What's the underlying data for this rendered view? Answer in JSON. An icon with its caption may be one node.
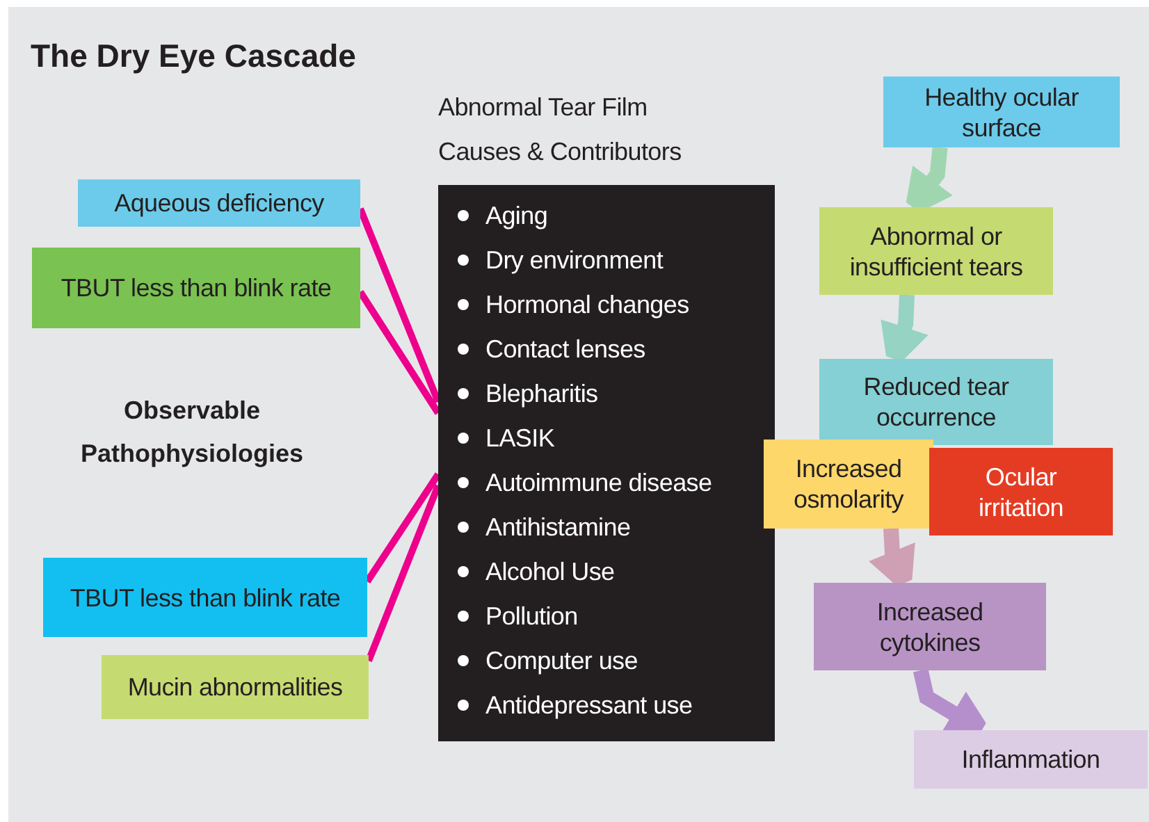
{
  "diagram": {
    "title": "The Dry Eye Cascade",
    "nodes": [
      {
        "text": [
          "Aqueous deficiency"
        ]
      },
      {
        "text": [
          "TBUT less than blink rate"
        ]
      },
      {
        "text": [
          "TBUT less than blink rate"
        ]
      },
      {
        "text": [
          "Mucin abnormalities"
        ]
      },
      {
        "text": [
          "Abnormal Tear Film Causes & Contributors",
          "Aging",
          "Dry environment",
          "Hormonal changes",
          "Contact lenses",
          "Blepharitis",
          "LASIK",
          "Autoimmune disease",
          "Antihistamine",
          "Alcohol Use",
          "Pollution",
          "Computer use",
          "Antidepressant use"
        ]
      },
      {
        "text": [
          "Healthy ocular surface"
        ]
      },
      {
        "text": [
          "Abnormal or insufficient tears"
        ]
      },
      {
        "text": [
          "Reduced tear occurrence"
        ]
      },
      {
        "text": [
          "Increased osmolarity"
        ]
      },
      {
        "text": [
          "Ocular irritation"
        ]
      },
      {
        "text": [
          "Increased cytokines"
        ]
      },
      {
        "text": [
          "Inflammation"
        ]
      }
    ],
    "edges": [
      {
        "from": 0,
        "to": 4,
        "arrow": "none",
        "color": "#ec008c"
      },
      {
        "from": 1,
        "to": 4,
        "arrow": "none",
        "color": "#ec008c"
      },
      {
        "from": 2,
        "to": 4,
        "arrow": "none",
        "color": "#ec008c"
      },
      {
        "from": 3,
        "to": 4,
        "arrow": "none",
        "color": "#ec008c"
      },
      {
        "from": 5,
        "to": 6,
        "arrow": "to",
        "style": "thick",
        "color": "#9fd6b0"
      },
      {
        "from": 6,
        "to": 7,
        "arrow": "to",
        "style": "thick",
        "color": "#96d3c2"
      },
      {
        "from": 8,
        "to": 10,
        "arrow": "to",
        "style": "thick",
        "color": "#cfa0b4"
      },
      {
        "from": 10,
        "to": 11,
        "arrow": "to",
        "style": "thick",
        "color": "#b48fcb"
      }
    ],
    "labels": [
      "Observable Pathophysiologies"
    ]
  }
}
